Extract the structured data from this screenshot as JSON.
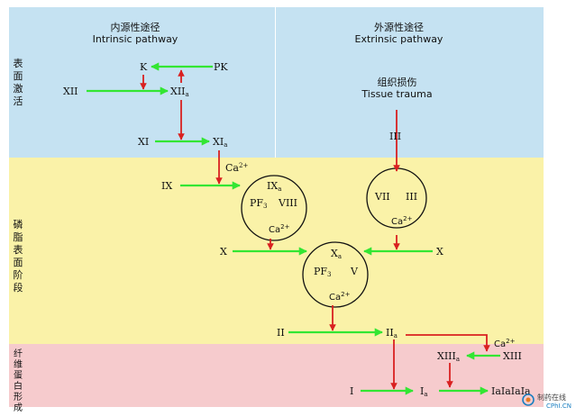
{
  "headers": {
    "intrinsic_cn": "内源性途径",
    "intrinsic_en": "Intrinsic pathway",
    "extrinsic_cn": "外源性途径",
    "extrinsic_en": "Extrinsic pathway"
  },
  "phases": {
    "surface_activation": "表面激活",
    "phospholipid_surface": "磷脂表面阶段",
    "fibrin_formation": "纤维蛋白形成"
  },
  "nodes": {
    "k": "K",
    "pk": "PK",
    "xii": "XII",
    "xiia": "XII",
    "xiia_sub": "a",
    "xi": "XI",
    "xia": "XI",
    "xia_sub": "a",
    "ca": "Ca",
    "ca_sup": "2+",
    "ix": "IX",
    "tissue_trauma_cn": "组织损伤",
    "tissue_trauma_en": "Tissue trauma",
    "iii": "III",
    "x_left": "X",
    "x_right": "X",
    "ii": "II",
    "iia": "II",
    "iia_sub": "a",
    "xiii": "XIII",
    "xiiia": "XIII",
    "xiiia_sub": "a",
    "i": "I",
    "ia": "I",
    "ia_sub": "a",
    "ia_poly": "IaIaIaIa"
  },
  "complexes": {
    "tenase": {
      "ixa": "IX",
      "ixa_sub": "a",
      "pf3": "PF",
      "pf3_sub": "3",
      "viii": "VIII",
      "ca": "Ca",
      "ca_sup": "2+"
    },
    "extrinsic": {
      "vii": "VII",
      "iii": "III",
      "ca": "Ca",
      "ca_sup": "2+"
    },
    "prothrombinase": {
      "xa": "X",
      "xa_sub": "a",
      "pf3": "PF",
      "pf3_sub": "3",
      "v": "V",
      "ca": "Ca",
      "ca_sup": "2+"
    }
  },
  "colors": {
    "band_blue": "#c5e2f2",
    "band_yellow": "#faf2a8",
    "band_pink": "#f6cbcd",
    "arrow_green": "#33e633",
    "arrow_red": "#d92020"
  },
  "logo": {
    "brand": "制药在线",
    "site": "CPhI.CN"
  }
}
